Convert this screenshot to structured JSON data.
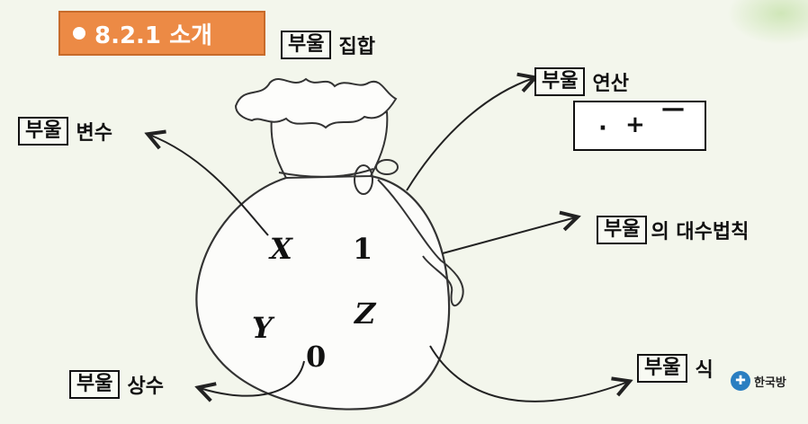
{
  "section": {
    "title": "8.2.1 소개"
  },
  "labels": {
    "boolean_word": "부울",
    "set_suffix": "집합",
    "operation_suffix": "연산",
    "variable_suffix": "변수",
    "algebra_law_suffix": "의 대수법칙",
    "constant_suffix": "상수",
    "expression_suffix": "식"
  },
  "operators": {
    "op1": "·",
    "op2": "+",
    "op3": "—"
  },
  "bag_contents": {
    "x": "X",
    "one": "1",
    "y": "Y",
    "z": "Z",
    "zero": "0"
  },
  "logo": {
    "text": "한국방"
  },
  "colors": {
    "title_bg": "#ec8a45",
    "background": "#f3f6ec",
    "logo_blue": "#2a7ec1"
  }
}
